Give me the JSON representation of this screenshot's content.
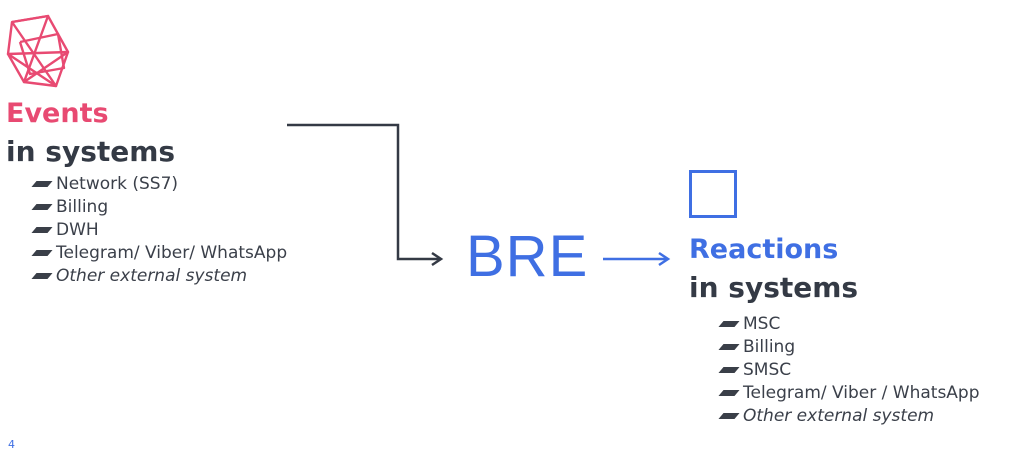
{
  "events": {
    "title": "Events",
    "subtitle": "in systems",
    "items": [
      {
        "label": "Network (SS7)",
        "italic": false
      },
      {
        "label": "Billing",
        "italic": false
      },
      {
        "label": "DWH",
        "italic": false
      },
      {
        "label": "Telegram/ Viber/ WhatsApp",
        "italic": false
      },
      {
        "label": "Other external system",
        "italic": true
      }
    ]
  },
  "engine": {
    "label": "BRE"
  },
  "reactions": {
    "title": "Reactions",
    "subtitle": "in systems",
    "items": [
      {
        "label": "MSC",
        "italic": false
      },
      {
        "label": "Billing",
        "italic": false
      },
      {
        "label": "SMSC",
        "italic": false
      },
      {
        "label": "Telegram/ Viber / WhatsApp",
        "italic": false
      },
      {
        "label": "Other external system",
        "italic": true
      }
    ]
  },
  "page_number": "4",
  "colors": {
    "accent_pink": "#e84a72",
    "accent_blue": "#3f6fe3",
    "dark_text": "#343a45",
    "connector_dark": "#343a45"
  },
  "icons": {
    "logo": "geometric-star-logo-icon",
    "reactions_marker": "square-outline-icon"
  }
}
